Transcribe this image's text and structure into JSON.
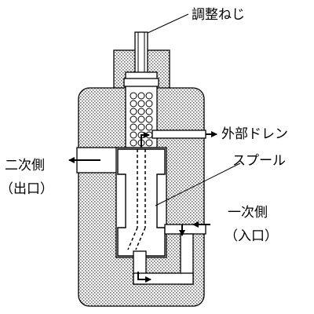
{
  "labels": {
    "adjust_screw": "調整ねじ",
    "external_drain": "外部ドレン",
    "spool": "スプール",
    "secondary_side": "二次側",
    "secondary_side_sub": "（出口）",
    "primary_side": "一次側",
    "primary_side_sub": "（入口）"
  },
  "colors": {
    "body_fill": "#6e6e6e",
    "stroke": "#000000",
    "background": "#ffffff"
  }
}
